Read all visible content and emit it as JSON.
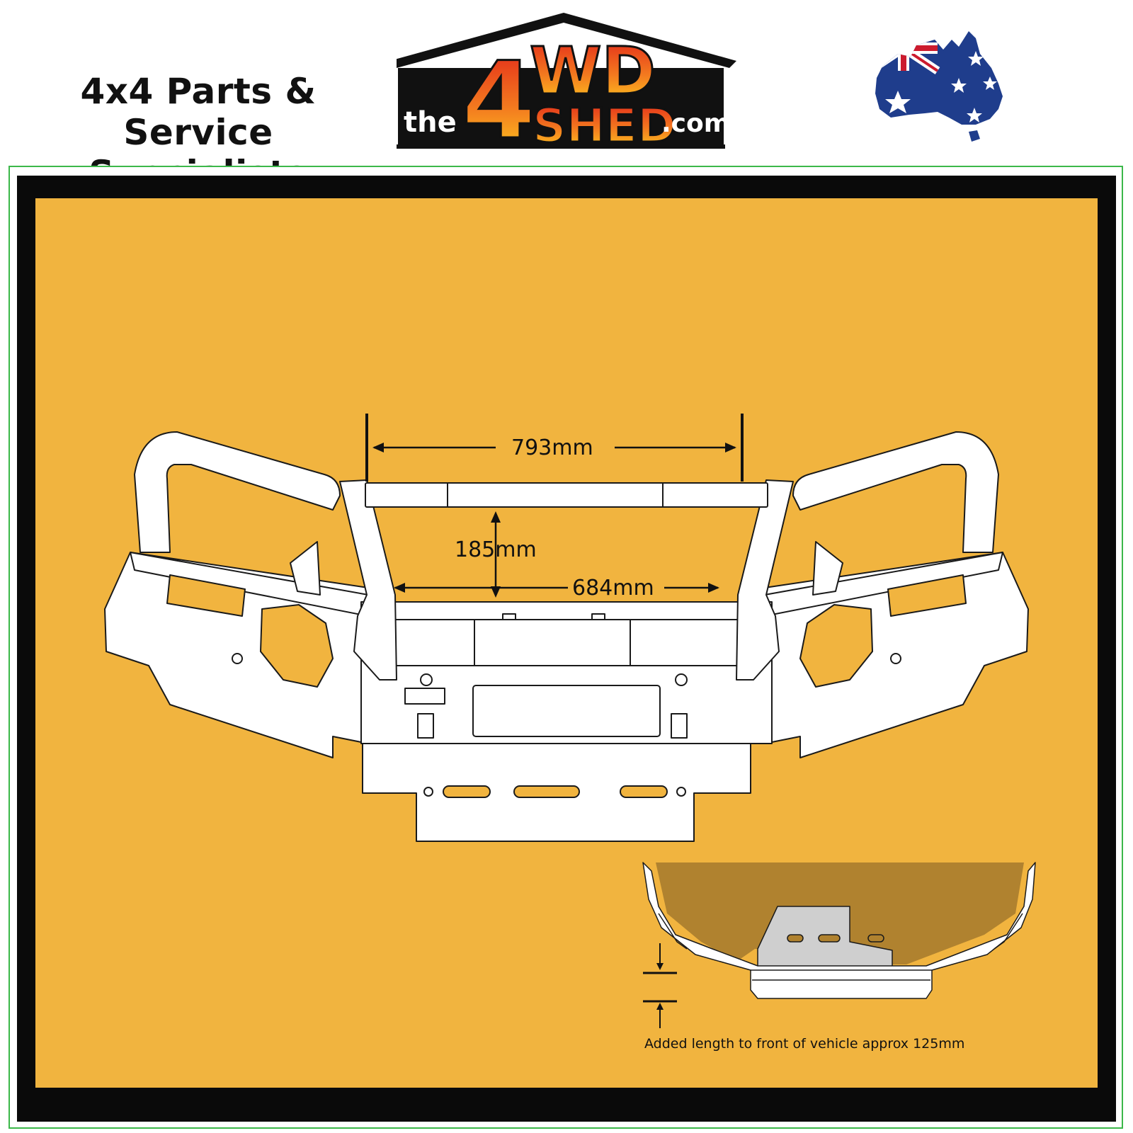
{
  "header": {
    "tagline_line1": "4x4 Parts & Service",
    "tagline_line2": "Specialists",
    "logo": {
      "prefix": "the",
      "big_number": "4",
      "big_letters": "WD",
      "word": "SHED",
      "suffix": ".com"
    },
    "flag_map_icon": "australia-flag-map-icon"
  },
  "diagram": {
    "background_color": "#f1b43f",
    "dimensions": {
      "top_width": "793mm",
      "height": "185mm",
      "inner_width": "684mm"
    },
    "inset_note": "Added length to front of vehicle approx 125mm"
  }
}
